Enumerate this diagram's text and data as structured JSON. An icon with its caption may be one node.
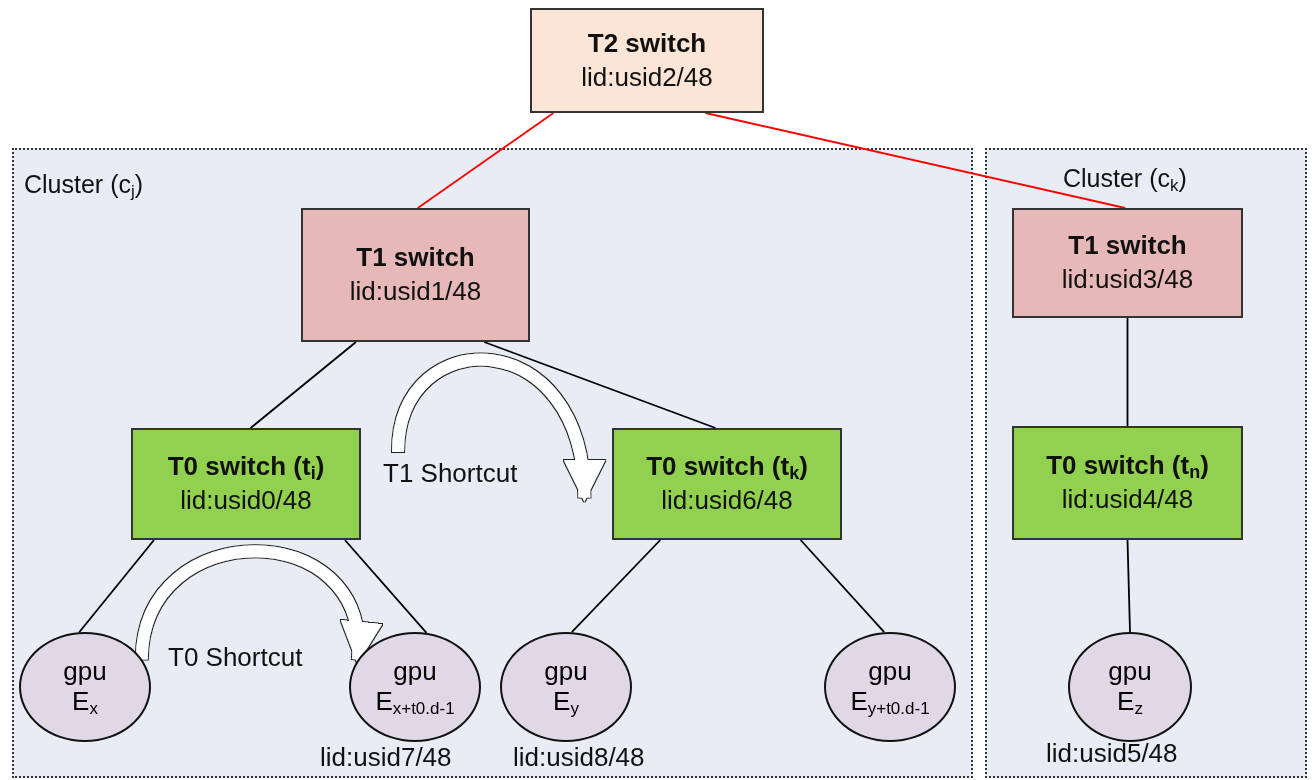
{
  "diagram": {
    "nodes": [
      {
        "text": [
          "T2 switch",
          "lid:usid2/48"
        ]
      },
      {
        "text": [
          "Cluster (c$_{j}$)"
        ]
      },
      {
        "text": [
          "T1 switch",
          "lid:usid1/48"
        ],
        "in": 1
      },
      {
        "text": [
          "T0 switch (t$_{i}$)",
          "lid:usid0/48"
        ],
        "in": 1
      },
      {
        "text": [
          "T0 switch (t$_{k}$)",
          "lid:usid6/48"
        ],
        "in": 1
      },
      {
        "text": [
          "gpu",
          "E$_{x}$"
        ],
        "in": 1
      },
      {
        "text": [
          "gpu",
          "E$_{x+t0.d-1}$"
        ],
        "in": 1,
        "beside": [
          "lid:usid7/48"
        ]
      },
      {
        "text": [
          "gpu",
          "E$_{y}$"
        ],
        "in": 1,
        "beside": [
          "lid:usid8/48"
        ]
      },
      {
        "text": [
          "gpu",
          "E$_{y+t0.d-1}$"
        ],
        "in": 1
      },
      {
        "text": [
          "Cluster (c$_{k}$)"
        ]
      },
      {
        "text": [
          "T1 switch",
          "lid:usid3/48"
        ],
        "in": 9
      },
      {
        "text": [
          "T0 switch (t$_{n}$)",
          "lid:usid4/48"
        ],
        "in": 9
      },
      {
        "text": [
          "gpu",
          "E$_{z}$"
        ],
        "in": 9,
        "beside": [
          "lid:usid5/48"
        ]
      }
    ],
    "edges": [
      {
        "from": 0,
        "to": 2,
        "arrow": "none",
        "color": "#ff0000"
      },
      {
        "from": 0,
        "to": 10,
        "arrow": "none",
        "color": "#ff0000"
      },
      {
        "from": 2,
        "to": 3,
        "arrow": "none"
      },
      {
        "from": 2,
        "to": 4,
        "arrow": "none"
      },
      {
        "from": 3,
        "to": 5,
        "arrow": "none"
      },
      {
        "from": 3,
        "to": 6,
        "arrow": "none"
      },
      {
        "from": 4,
        "to": 7,
        "arrow": "none"
      },
      {
        "from": 4,
        "to": 8,
        "arrow": "none"
      },
      {
        "from": 10,
        "to": 11,
        "arrow": "none"
      },
      {
        "from": 11,
        "to": 12,
        "arrow": "none"
      },
      {
        "from": null,
        "to": 4,
        "arrow": "to",
        "label": "T1 Shortcut",
        "style": "thick",
        "color": "#ffffff"
      },
      {
        "from": 5,
        "to": 6,
        "arrow": "to",
        "label": "T0 Shortcut",
        "style": "thick",
        "color": "#ffffff"
      }
    ]
  }
}
